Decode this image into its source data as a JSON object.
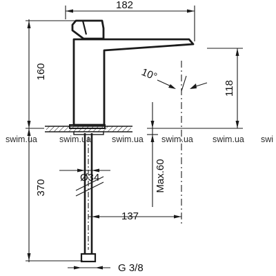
{
  "dimensions": {
    "overall_length": "182",
    "spout_height": "160",
    "outlet_clearance": "118",
    "tilt_angle": "10°",
    "max_deck_thickness": "Max.60",
    "hole_diameter": "Ø34",
    "supply_hose_length": "370",
    "spout_reach": "137",
    "connection_thread": "G 3/8"
  },
  "watermark": {
    "items": [
      "swim.ua",
      "swim.ua",
      "swim.ua",
      "swim.ua",
      "swim.ua",
      "swi"
    ]
  },
  "colors": {
    "line": "#1a1a1a",
    "background": "#ffffff"
  }
}
